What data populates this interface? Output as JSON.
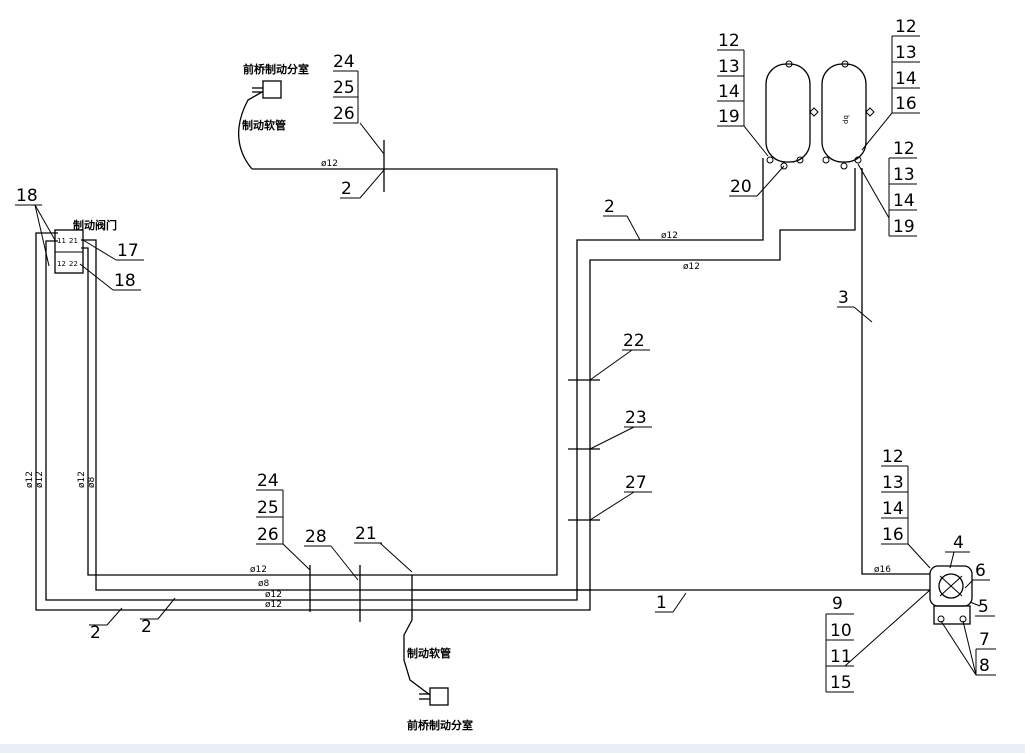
{
  "part_numbers": {
    "n1": "1",
    "n2": "2",
    "n3": "3",
    "n4": "4",
    "n5": "5",
    "n6": "6",
    "n7": "7",
    "n8": "8",
    "n9": "9",
    "n10": "10",
    "n11": "11",
    "n12": "12",
    "n13": "13",
    "n14": "14",
    "n15": "15",
    "n16": "16",
    "n17": "17",
    "n18": "18",
    "n19": "19",
    "n20": "20",
    "n21": "21",
    "n22": "22",
    "n23": "23",
    "n24": "24",
    "n25": "25",
    "n26": "26",
    "n27": "27",
    "n28": "28"
  },
  "pipe_sizes": {
    "d12": "ø12",
    "d8": "ø8",
    "d16": "ø16"
  },
  "tank_marks": {
    "dq": "dq",
    "d12": "ø12"
  },
  "valve_ports": {
    "p11": "11",
    "p21": "21",
    "p12": "12",
    "p22": "22"
  },
  "text_labels": {
    "front_chamber": "前桥制动分室",
    "brake_hose": "制动软管",
    "brake_valve": "制动阀门"
  },
  "colors": {
    "line": "#000000",
    "paper": "#ffffff",
    "border": "#e9eef6"
  }
}
